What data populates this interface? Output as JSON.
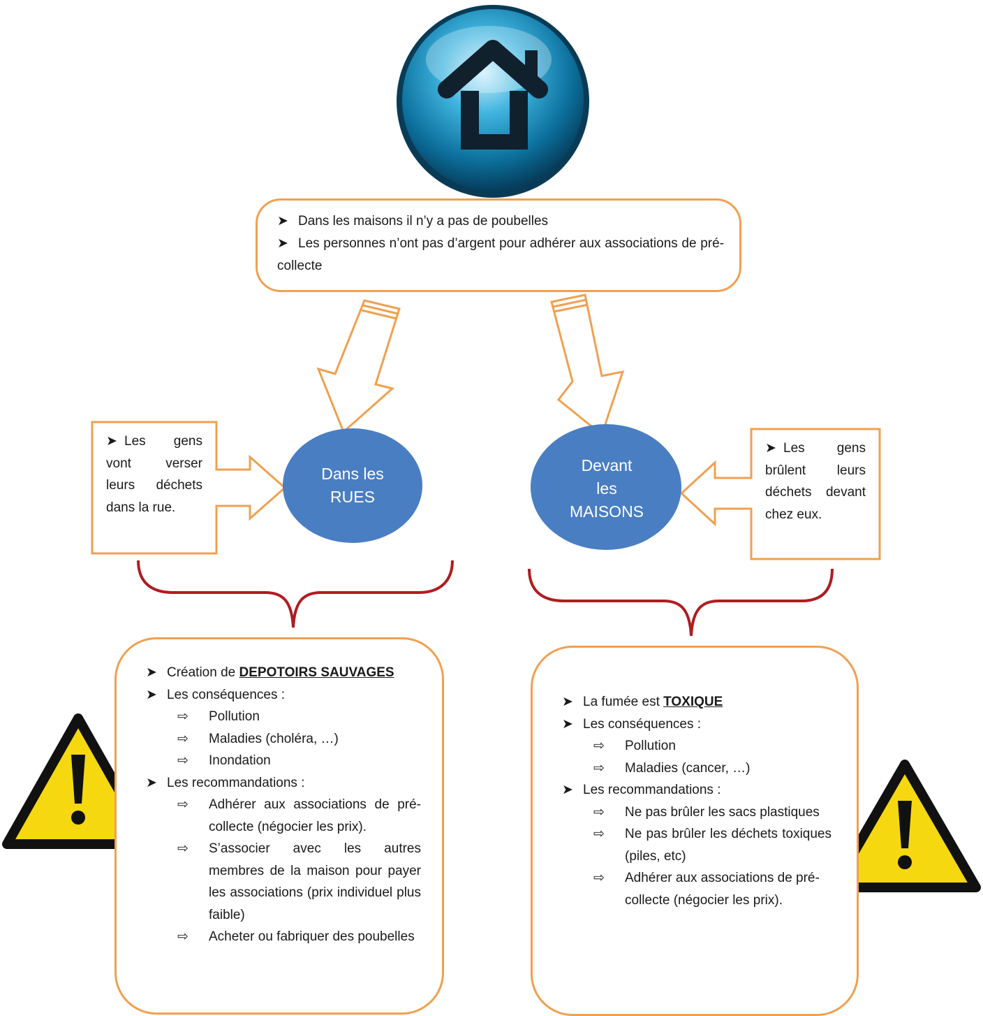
{
  "top_box": {
    "items": [
      "Dans les maisons il n’y a pas de poubelles",
      "Les personnes n’ont pas d’argent pour adhérer aux associations de pré-collecte"
    ]
  },
  "left_node": {
    "label_line1": "Dans les",
    "label_line2": "RUES"
  },
  "right_node": {
    "label_line1": "Devant",
    "label_line2": "les",
    "label_line3": "MAISONS"
  },
  "left_side_box": {
    "text": "Les gens vont verser leurs déchets dans la rue."
  },
  "right_side_box": {
    "text": "Les gens brûlent leurs déchets devant chez eux."
  },
  "left_panel": {
    "item1_prefix": "Création de",
    "item1_emph": "DEPOTOIRS SAUVAGES",
    "consequences_label": "Les conséquences :",
    "consequences": [
      "Pollution",
      "Maladies (choléra, …)",
      "Inondation"
    ],
    "recommendations_label": "Les recommandations :",
    "recommendations": [
      "Adhérer aux associations de pré-collecte (négocier les prix).",
      "S’associer avec les autres membres de la maison pour payer les associations (prix individuel plus faible)",
      "Acheter ou fabriquer des poubelles"
    ]
  },
  "right_panel": {
    "item1_prefix": "La fumée est",
    "item1_emph": "TOXIQUE",
    "consequences_label": "Les conséquences :",
    "consequences": [
      "Pollution",
      "Maladies (cancer, …)"
    ],
    "recommendations_label": "Les recommandations :",
    "recommendations": [
      "Ne pas brûler les sacs plastiques",
      "Ne pas brûler les déchets toxiques (piles, etc)",
      "Adhérer aux associations de pré-collecte (négocier les prix)."
    ]
  },
  "colors": {
    "box_border": "#f0a050",
    "ellipse_fill": "#4a7ec2",
    "brace": "#b01c22",
    "warning_yellow": "#f5d80f"
  },
  "icons": [
    "home-icon",
    "warning-icon"
  ]
}
